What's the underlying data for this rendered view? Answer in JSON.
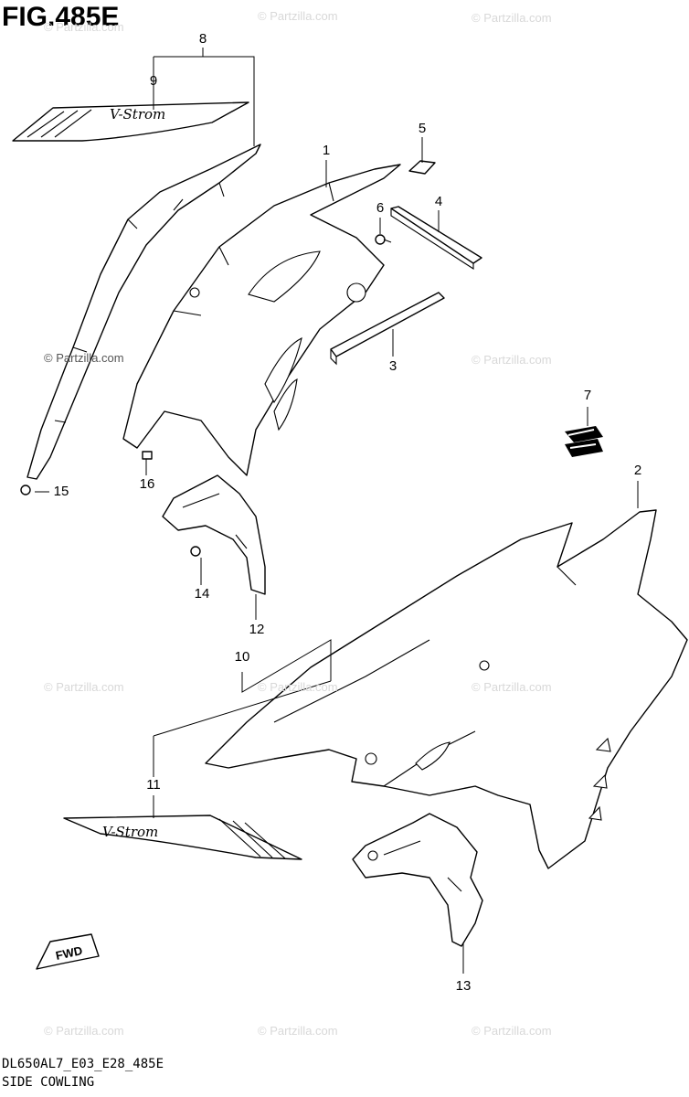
{
  "figure": {
    "title": "FIG.485E",
    "code": "DL650AL7_E03_E28_485E",
    "caption": "SIDE COWLING",
    "fwd_label": "FWD",
    "decal_text": "V-Strom"
  },
  "watermark": {
    "text": "© Partzilla.com"
  },
  "callouts": [
    {
      "id": "1",
      "label": "1"
    },
    {
      "id": "2",
      "label": "2"
    },
    {
      "id": "3",
      "label": "3"
    },
    {
      "id": "4",
      "label": "4"
    },
    {
      "id": "5",
      "label": "5"
    },
    {
      "id": "6",
      "label": "6"
    },
    {
      "id": "7",
      "label": "7"
    },
    {
      "id": "8",
      "label": "8"
    },
    {
      "id": "9",
      "label": "9"
    },
    {
      "id": "10",
      "label": "10"
    },
    {
      "id": "11",
      "label": "11"
    },
    {
      "id": "12",
      "label": "12"
    },
    {
      "id": "13",
      "label": "13"
    },
    {
      "id": "14",
      "label": "14"
    },
    {
      "id": "15",
      "label": "15"
    },
    {
      "id": "16",
      "label": "16"
    }
  ]
}
